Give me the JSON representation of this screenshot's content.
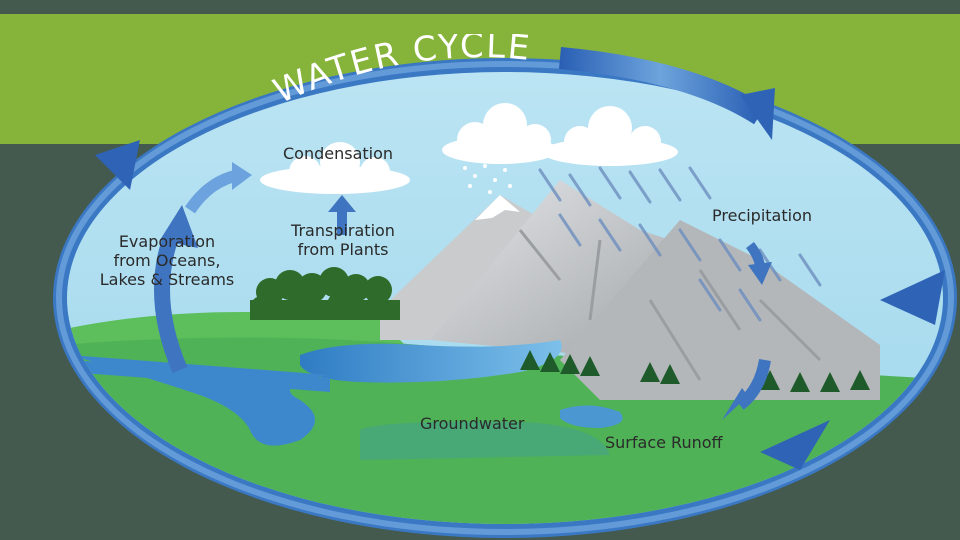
{
  "diagram": {
    "title": "WATER CYCLE",
    "labels": {
      "condensation": "Condensation",
      "transpiration_line1": "Transpiration",
      "transpiration_line2": "from Plants",
      "evaporation_line1": "Evaporation",
      "evaporation_line2": "from Oceans,",
      "evaporation_line3": "Lakes & Streams",
      "precipitation": "Precipitation",
      "groundwater": "Groundwater",
      "surface_runoff": "Surface Runoff"
    }
  },
  "colors": {
    "background_dark": "#445a4e",
    "band_green": "#86b43a",
    "sky": "#a9dcef",
    "grass": "#52b85a",
    "water": "#3d8fd0",
    "arrow_blue": "#2f63b6",
    "mountain": "#b9bcbf"
  }
}
